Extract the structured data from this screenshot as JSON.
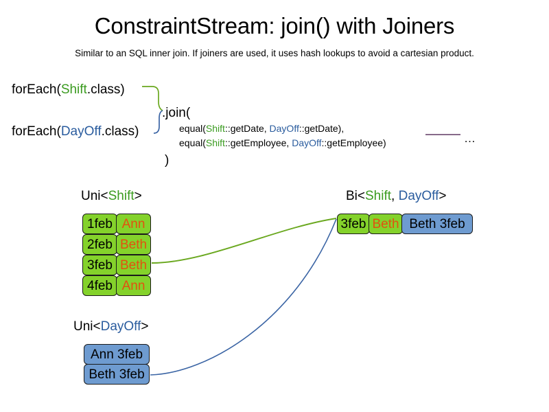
{
  "header": {
    "title": "ConstraintStream: join() with Joiners",
    "subtitle": "Similar to an SQL inner join. If joiners are used, it uses hash lookups to avoid a cartesian product."
  },
  "code": {
    "foreach_shift": {
      "prefix": "forEach(",
      "type": "Shift",
      "suffix": ".class)"
    },
    "foreach_dayoff": {
      "prefix": "forEach(",
      "type": "DayOff",
      "suffix": ".class)"
    },
    "join_open": ".join(",
    "join_close": ")",
    "joiners": [
      {
        "call_open": "equal(",
        "left_type": "Shift",
        "left_ref": "::getDate, ",
        "right_type": "DayOff",
        "right_ref": "::getDate),"
      },
      {
        "call_open": "equal(",
        "left_type": "Shift",
        "left_ref": "::getEmployee, ",
        "right_type": "DayOff",
        "right_ref": "::getEmployee)"
      }
    ],
    "ellipsis": "…"
  },
  "streams": {
    "uni_shift": {
      "label_prefix": "Uni<",
      "label_type": "Shift",
      "label_suffix": ">",
      "rows": [
        {
          "date": "1feb",
          "name": "Ann"
        },
        {
          "date": "2feb",
          "name": "Beth"
        },
        {
          "date": "3feb",
          "name": "Beth"
        },
        {
          "date": "4feb",
          "name": "Ann"
        }
      ]
    },
    "uni_dayoff": {
      "label_prefix": "Uni<",
      "label_type": "DayOff",
      "label_suffix": ">",
      "rows": [
        {
          "pair": "Ann 3feb"
        },
        {
          "pair": "Beth 3feb"
        }
      ]
    },
    "bi": {
      "label_prefix": "Bi<",
      "label_type_a": "Shift",
      "label_sep": ", ",
      "label_type_b": "DayOff",
      "label_suffix": ">",
      "row": {
        "date": "3feb",
        "name": "Beth",
        "pair": "Beth 3feb"
      }
    }
  },
  "colors": {
    "shift_green_text": "#3a9b1f",
    "dayoff_blue_text": "#2a5c9e",
    "box_green_fill": "#84d22b",
    "box_blue_fill": "#6e9bd0",
    "name_orange_text": "#e2510f",
    "connector_green": "#6aa81f",
    "connector_blue": "#3a64a4",
    "rule_purple": "#76547a"
  }
}
